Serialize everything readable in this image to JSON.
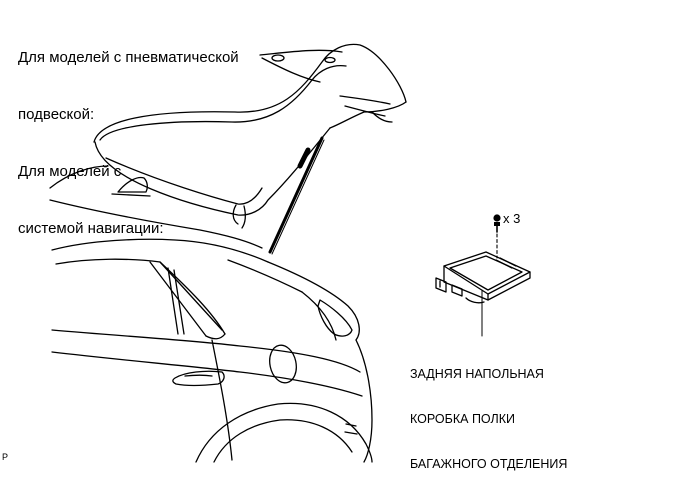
{
  "notes": [
    "Для моделей с пневматической",
    "подвеской:",
    "Для моделей с",
    "системой навигации:"
  ],
  "part": {
    "lines": [
      "ЗАДНЯЯ НАПОЛЬНАЯ",
      "КОРОБКА ПОЛКИ",
      "БАГАЖНОГО ОТДЕЛЕНИЯ"
    ],
    "fastener_qty": "x 3"
  },
  "corner_mark": "P",
  "colors": {
    "line": "#000000",
    "background": "#ffffff"
  }
}
